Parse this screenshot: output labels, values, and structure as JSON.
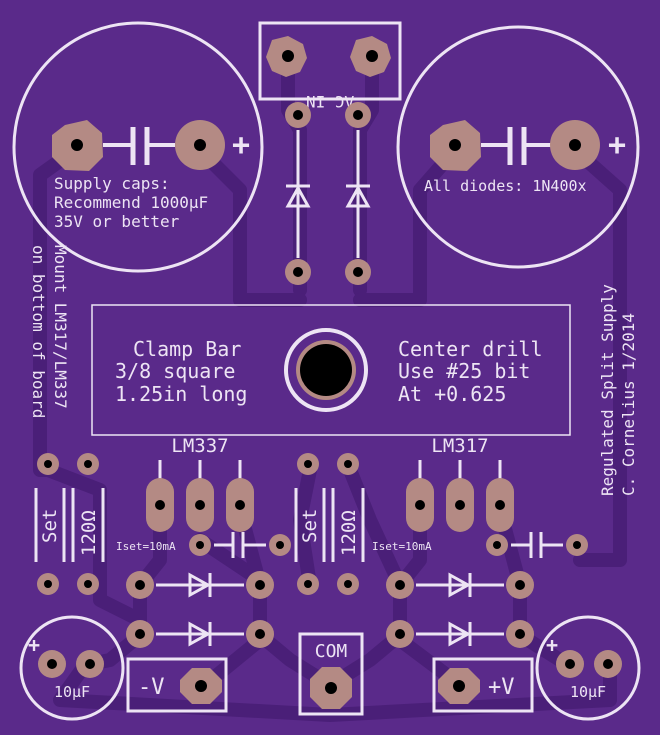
{
  "colors": {
    "board": "#5a2a8a",
    "trace": "#4a1f78",
    "silk": "#ede4f4",
    "pad": "#b48a84",
    "hole": "#000000"
  },
  "labels": {
    "supply_caps_1": "Supply caps:",
    "supply_caps_2": "Recommend 1000µF",
    "supply_caps_3": "35V or better",
    "all_diodes": "All diodes: 1N400x",
    "ac_in": "AC IN",
    "mount_1": "Mount LM317/LM337",
    "mount_2": "on bottom of board",
    "credit_1": "Regulated Split Supply",
    "credit_2": "C. Cornelius 1/2014",
    "clamp_1": "Clamp Bar",
    "clamp_2": "3/8 square",
    "clamp_3": "1.25in long",
    "drill_1": "Center drill",
    "drill_2": "Use #25 bit",
    "drill_3": "At +0.625",
    "lm337": "LM337",
    "lm317": "LM317",
    "set": "Set",
    "ohm": "120Ω",
    "iset": "Iset=10mA",
    "com": "COM",
    "neg_v": "-V",
    "pos_v": "+V",
    "small_cap": "10µF",
    "plus": "+"
  }
}
